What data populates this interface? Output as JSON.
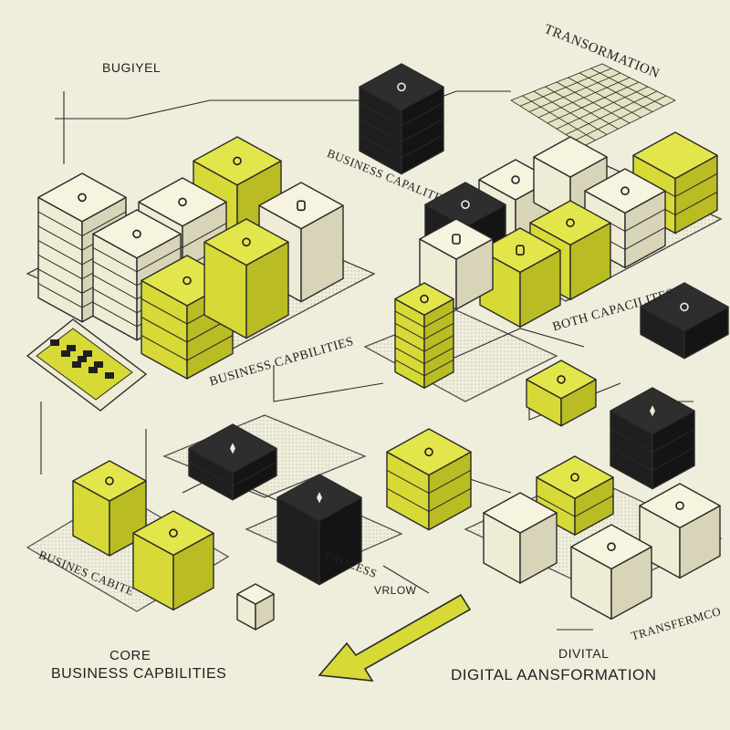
{
  "labels": {
    "top_left": "BUGIYEL",
    "top_right": "TRANSORMATION",
    "business_capalite": "BUSINESS CAPALITE",
    "business_capabilities_left": "BUSINESS CAPBILITIES",
    "both_capabilities": "BOTH CAPACILITES",
    "busines_cabite": "BUSINES CABITE",
    "process": "PROCESS",
    "vrlow": "VRLOW",
    "transferm": "TRANSFERMCO",
    "core_line1": "CORE",
    "core_line2": "BUSINESS CAPBILITIES",
    "digital_line1": "DIVITAL",
    "digital_line2": "DIGITAL AANSFORMATION"
  },
  "colors": {
    "background": "#efeedc",
    "accent_yellow": "#d6d936",
    "dark": "#1f1f1f",
    "cream": "#efecd6",
    "line": "#2a2a2a"
  },
  "icons": [
    "bullet-icon",
    "circle-icon",
    "diamond-icon",
    "lock-icon",
    "padlock-icon",
    "arrow-icon",
    "spark-icon",
    "calculator-icon"
  ]
}
